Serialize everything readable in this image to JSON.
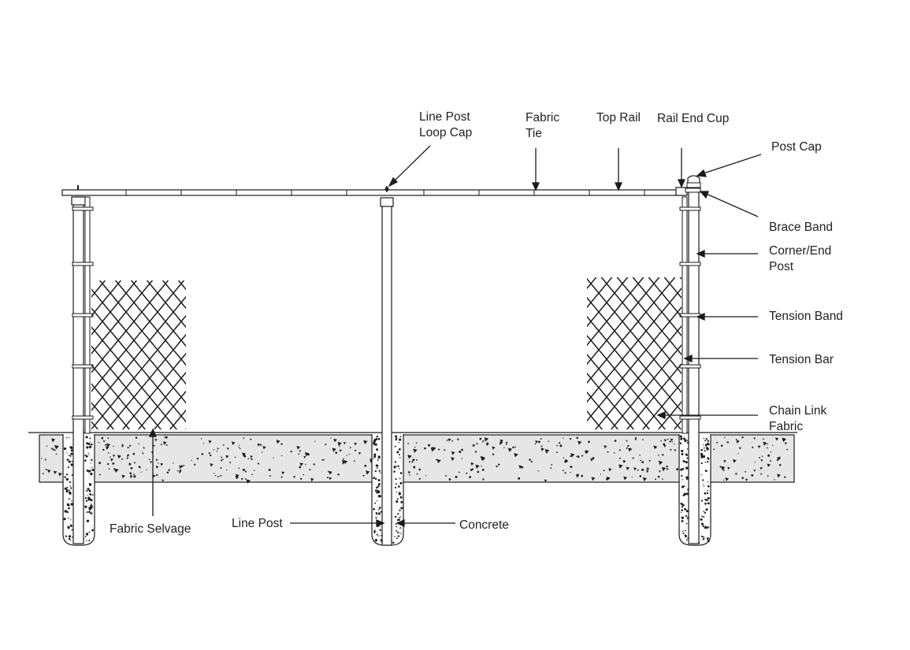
{
  "labels": {
    "line_post_loop_cap": [
      "Line Post",
      "Loop Cap"
    ],
    "fabric_tie": [
      "Fabric",
      "Tie"
    ],
    "top_rail": "Top Rail",
    "rail_end_cup": "Rail End Cup",
    "post_cap": "Post Cap",
    "brace_band": "Brace Band",
    "corner_end_post": [
      "Corner/End",
      "Post"
    ],
    "tension_band": "Tension Band",
    "tension_bar": "Tension Bar",
    "chain_link_fabric": [
      "Chain Link",
      "Fabric"
    ],
    "fabric_selvage": "Fabric Selvage",
    "line_post": "Line Post",
    "concrete": "Concrete"
  },
  "colors": {
    "line": "#1a1a1a",
    "ground": "#e6e6e6",
    "ground_speckle": "#1e1e1e",
    "label_text": "#222222"
  }
}
